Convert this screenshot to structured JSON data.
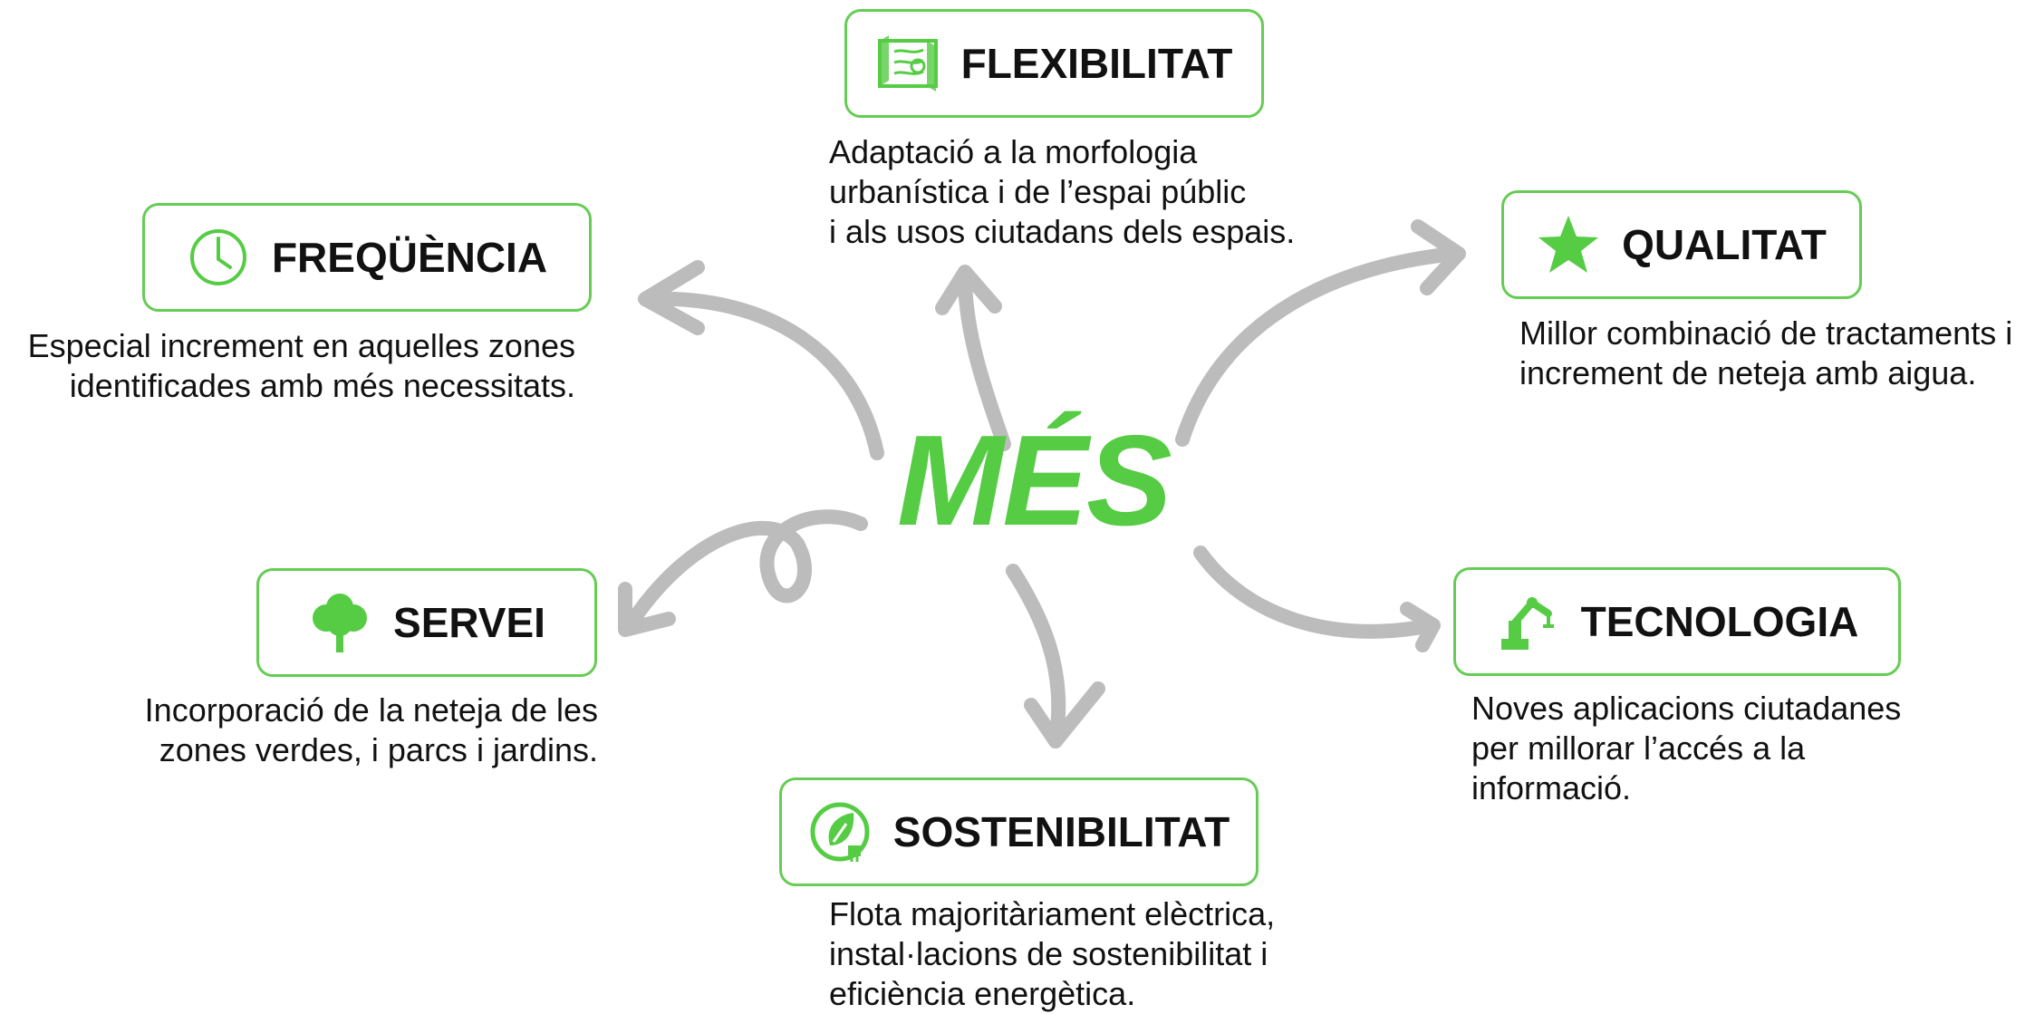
{
  "center": {
    "label": "MÉS"
  },
  "colors": {
    "accent": "#55cc44",
    "arrow": "#b5b5b5"
  },
  "items": {
    "flexibilitat": {
      "title": "FLEXIBILITAT",
      "icon": "map-icon",
      "lines": [
        "Adaptació a la morfologia",
        "urbanística i de l’espai públic",
        "i als usos ciutadans dels espais."
      ]
    },
    "frequencia": {
      "title": "FREQÜÈNCIA",
      "icon": "clock-icon",
      "lines": [
        "Especial increment en aquelles zones",
        "identificades amb més necessitats."
      ]
    },
    "qualitat": {
      "title": "QUALITAT",
      "icon": "star-icon",
      "lines": [
        "Millor combinació de tractaments i",
        "increment de neteja amb aigua."
      ]
    },
    "servei": {
      "title": "SERVEI",
      "icon": "tree-icon",
      "lines": [
        "Incorporació de la neteja de les",
        "zones verdes, i parcs i jardins."
      ]
    },
    "tecnologia": {
      "title": "TECNOLOGIA",
      "icon": "robot-arm-icon",
      "lines": [
        "Noves aplicacions ciutadanes",
        "per millorar l’accés a la",
        "informació."
      ]
    },
    "sostenibilitat": {
      "title": "SOSTENIBILITAT",
      "icon": "eco-leaf-plug-icon",
      "lines": [
        "Flota majoritàriament elèctrica,",
        "instal·lacions de sostenibilitat i",
        "eficiència energètica."
      ]
    }
  }
}
